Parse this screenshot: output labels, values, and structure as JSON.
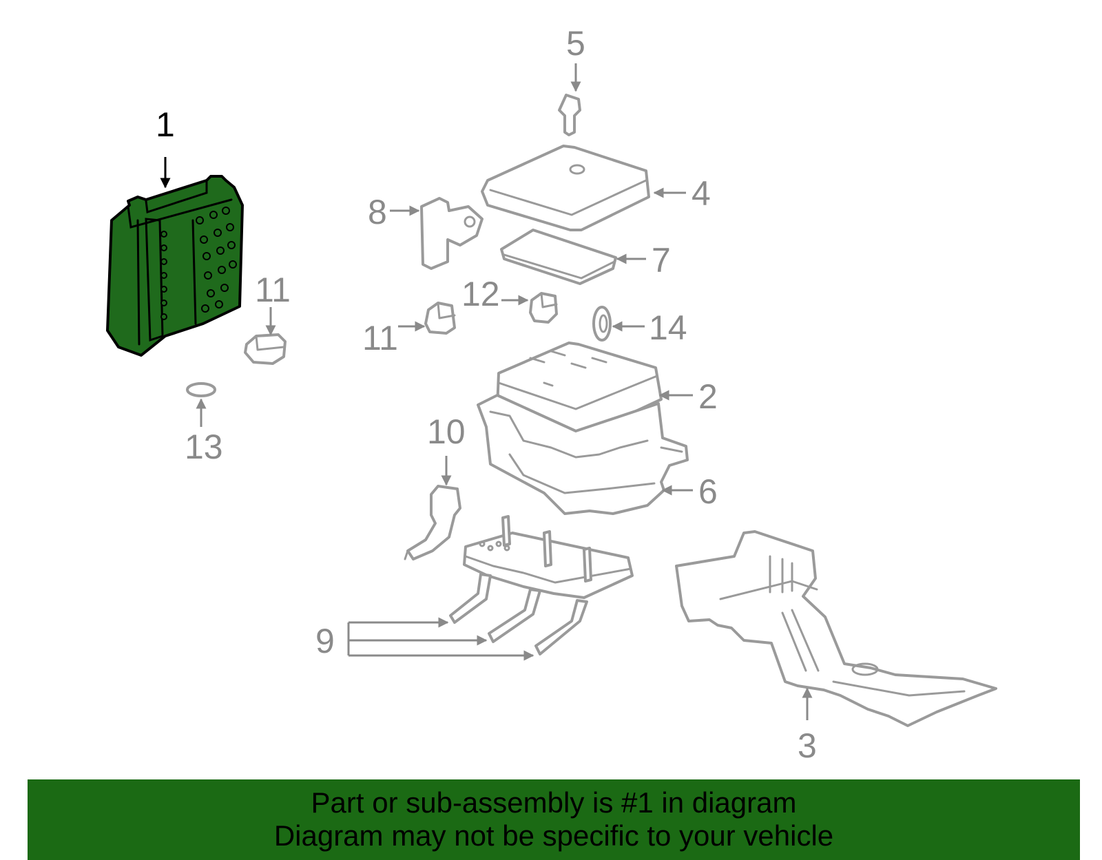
{
  "diagram": {
    "highlighted_part": "1",
    "highlight_color": "#1f6a1c",
    "line_color": "#9a9a9a",
    "callouts": {
      "c1": "1",
      "c2": "2",
      "c3": "3",
      "c4": "4",
      "c5": "5",
      "c6": "6",
      "c7": "7",
      "c8": "8",
      "c9": "9",
      "c10": "10",
      "c11a": "11",
      "c11b": "11",
      "c12": "12",
      "c13": "13",
      "c14": "14"
    }
  },
  "banner": {
    "background": "#1b6a14",
    "line1": "Part or sub-assembly is #1 in diagram",
    "line2": "Diagram may not be specific to your vehicle"
  }
}
